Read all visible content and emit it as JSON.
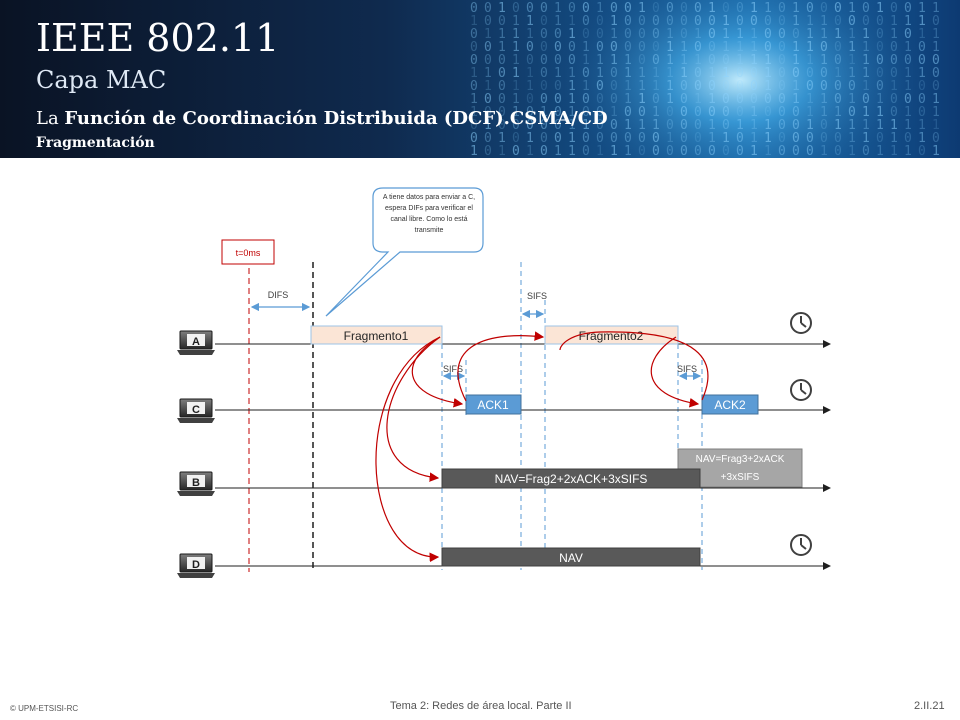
{
  "header": {
    "title": "IEEE 802.11",
    "subtitle": "Capa MAC",
    "topic_prefix": "La ",
    "topic_bold": "Función de Coordinación Distribuida (DCF).CSMA/CD",
    "detail": "Fragmentación"
  },
  "diagram": {
    "time_marker": "t=0ms",
    "stations": [
      "A",
      "C",
      "B",
      "D"
    ],
    "intervals": {
      "difs": "DIFS",
      "sifs_top": "SIFS",
      "sifs_1": "SIFS",
      "sifs_2": "SIFS"
    },
    "frames": {
      "fragment1": "Fragmento1",
      "fragment2": "Fragmento2",
      "ack1": "ACK1",
      "ack2": "ACK2",
      "nav_b1": "NAV=Frag2+2xACK+3xSIFS",
      "nav_b2_line1": "NAV=Frag3+2xACK",
      "nav_b2_line2": "+3xSIFS",
      "nav_d": "NAV"
    },
    "callout": "A tiene datos para enviar a C, espera DIFs para verificar el canal libre. Como lo está transmite",
    "colors": {
      "frame_fill": "#fbe5d6",
      "frame_border": "#9dc3e6",
      "ack_fill": "#5b9bd5",
      "nav_fill": "#595959",
      "arrow": "#c00000"
    },
    "icons": [
      "laptop-icon",
      "clock-icon"
    ]
  },
  "footer": {
    "left": "© UPM-ETSISI-RC",
    "center": "Tema 2: Redes de área local. Parte II",
    "page": "2.II.21"
  }
}
